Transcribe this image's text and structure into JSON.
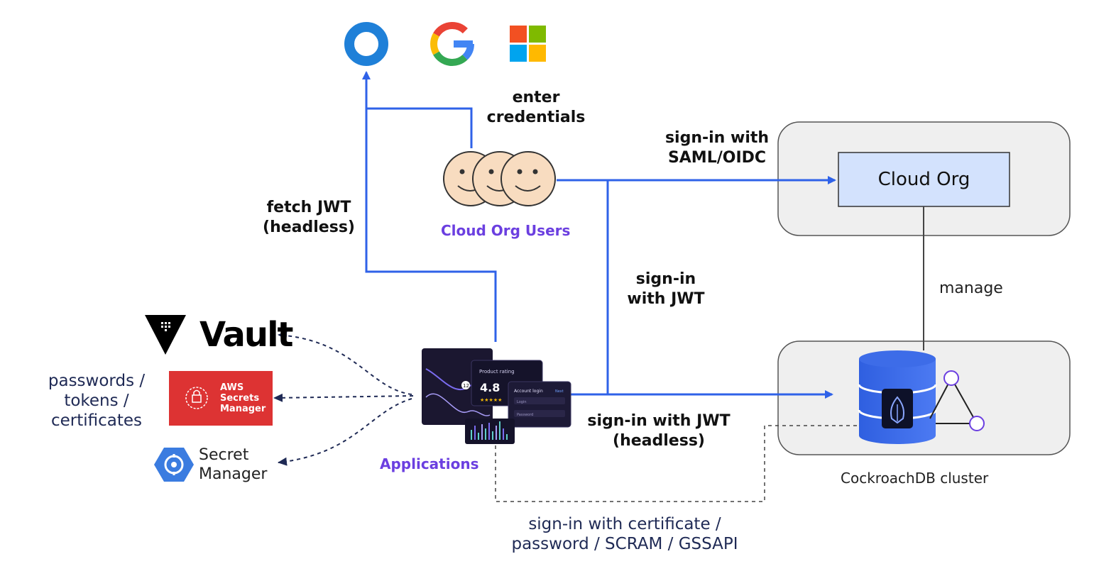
{
  "labels": {
    "enter_credentials": [
      "enter",
      "credentials"
    ],
    "fetch_jwt": [
      "fetch JWT",
      "(headless)"
    ],
    "sign_in_saml": [
      "sign-in with",
      "SAML/OIDC"
    ],
    "sign_in_jwt": [
      "sign-in",
      "with JWT"
    ],
    "sign_in_jwt_headless": [
      "sign-in with JWT",
      "(headless)"
    ],
    "sign_in_cert": [
      "sign-in with certificate /",
      "password / SCRAM / GSSAPI"
    ],
    "manage": "manage",
    "cloud_org_users": "Cloud Org Users",
    "applications": "Applications",
    "cockroachdb_cluster": "CockroachDB cluster",
    "cloud_org_box": "Cloud Org",
    "secrets_types": [
      "passwords /",
      "tokens /",
      "certificates"
    ],
    "vault": "Vault",
    "aws_secrets": [
      "AWS",
      "Secrets",
      "Manager"
    ],
    "gcp_secret_manager": [
      "Secret",
      "Manager"
    ]
  },
  "app_mockup": {
    "product_rating_title": "Product rating",
    "rating": "4.8",
    "account_login": "Account login",
    "next": "Next",
    "login": "Login",
    "password": "Password",
    "badge": "12"
  },
  "icons": {
    "okta": "okta-logo-icon",
    "google": "google-logo-icon",
    "microsoft": "microsoft-logo-icon",
    "vault": "vault-triangle-icon",
    "aws": "aws-secrets-manager-icon",
    "gcp": "gcp-secret-manager-icon",
    "users": "users-faces-icon",
    "database": "database-icon",
    "cockroach": "cockroach-logo-icon"
  },
  "colors": {
    "flow_blue": "#2f62e8",
    "label_purple": "#6b3fe0",
    "cloud_org_fill": "#d3e2fd",
    "container_fill": "#efefef",
    "aws_red": "#dd3333",
    "text_navy": "#1f2a55"
  }
}
